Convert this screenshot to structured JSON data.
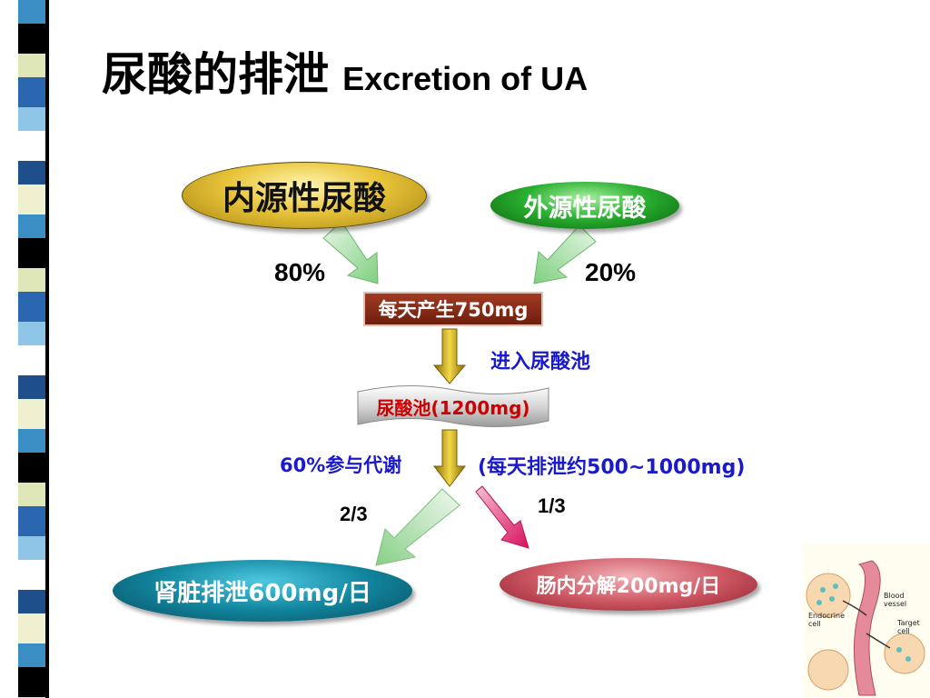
{
  "title": {
    "zh": "尿酸的排泄",
    "en": "Excretion of UA"
  },
  "sources": {
    "endogenous": "内源性尿酸",
    "exogenous": "外源性尿酸",
    "endogenous_pct": "80%",
    "exogenous_pct": "20%"
  },
  "daily_production": "每天产生750mg",
  "enter_pool": "进入尿酸池",
  "pool": "尿酸池(1200mg)",
  "metabolism": "60%参与代谢",
  "daily_excretion": "(每天排泄约500~1000mg)",
  "fractions": {
    "kidney": "2/3",
    "gut": "1/3"
  },
  "outcomes": {
    "kidney": "肾脏排泄600mg/日",
    "gut": "肠内分解200mg/日"
  },
  "inset": {
    "blood_vessel": "Blood vessel",
    "endocrine_cell": "Endocrine cell",
    "target_cell": "Target cell"
  },
  "colors": {
    "endogenous": "#e8c43a",
    "exogenous": "#2ab030",
    "production_box": "#8a2c16",
    "pool_text": "#cc0000",
    "annotation": "#1a1acc",
    "kidney": "#11859e",
    "gut": "#cf5a66",
    "flow_arrow": "#d4b400"
  }
}
